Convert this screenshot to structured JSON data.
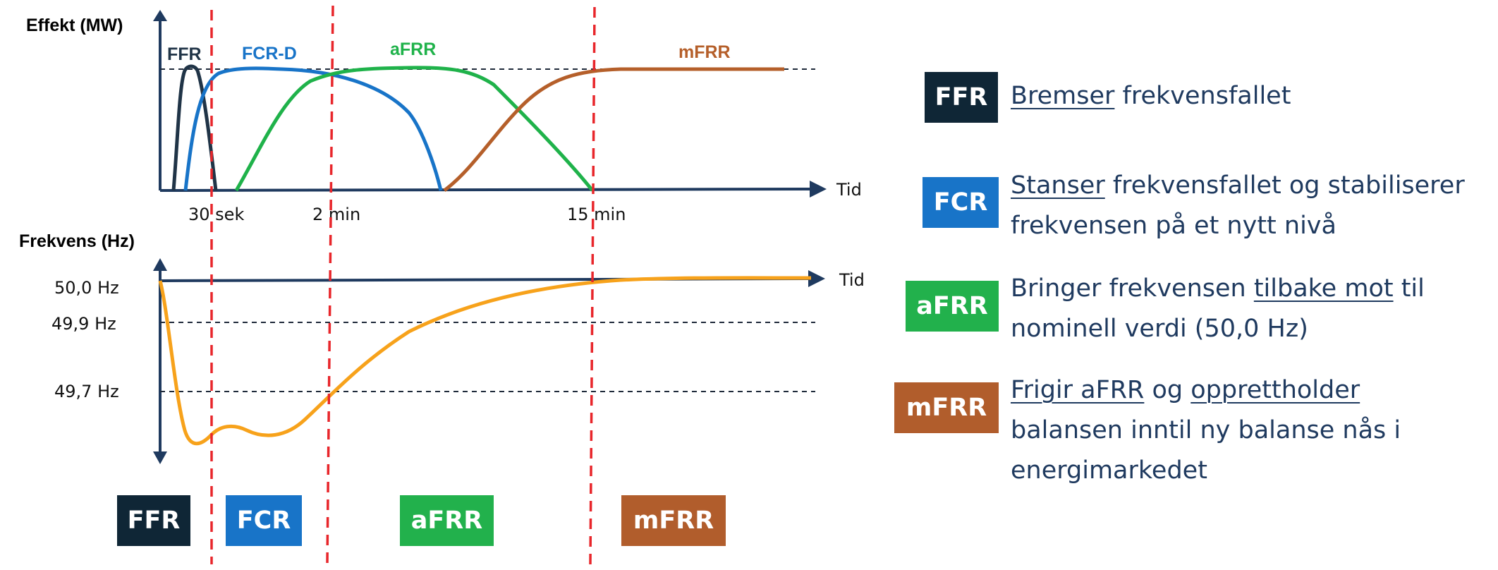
{
  "top_chart": {
    "y_axis_label": "Effekt (MW)",
    "x_axis_label": "Tid",
    "ticks": [
      "30 sek",
      "2 min",
      "15 min"
    ],
    "curves": [
      {
        "label": "FFR",
        "color": "#203447"
      },
      {
        "label": "FCR-D",
        "color": "#1874c8"
      },
      {
        "label": "aFRR",
        "color": "#1fb24a"
      },
      {
        "label": "mFRR",
        "color": "#b55f2a"
      }
    ]
  },
  "bottom_chart": {
    "y_axis_label": "Frekvens (Hz)",
    "x_axis_label": "Tid",
    "levels": [
      "50,0 Hz",
      "49,9 Hz",
      "49,7 Hz"
    ],
    "curve_color": "#f7a21b"
  },
  "phase_badges": [
    {
      "label": "FFR",
      "color": "#0f2636"
    },
    {
      "label": "FCR",
      "color": "#1874c8"
    },
    {
      "label": "aFRR",
      "color": "#22b14c"
    },
    {
      "label": "mFRR",
      "color": "#b15d2c"
    }
  ],
  "legend": [
    {
      "badge": "FFR",
      "color": "#0f2636",
      "line1": {
        "underlined": "Bremser",
        "rest": " frekvensfallet"
      }
    },
    {
      "badge": "FCR",
      "color": "#1874c8",
      "line1": {
        "underlined": "Stanser",
        "rest": " frekvensfallet og stabiliserer"
      },
      "line2": "frekvensen på et nytt nivå"
    },
    {
      "badge": "aFRR",
      "color": "#22b14c",
      "line1": {
        "pre": "Bringer frekvensen ",
        "underlined": "tilbake mot",
        "rest": " til"
      },
      "line2": "nominell verdi (50,0 Hz)"
    },
    {
      "badge": "mFRR",
      "color": "#b15d2c",
      "line1": {
        "underlined": "Frigir aFRR",
        "mid": " og ",
        "underlined2": "opprettholder"
      },
      "line2": "balansen inntil ny balanse nås i",
      "line3": "energimarkedet"
    }
  ],
  "guide_color": "#e8262b"
}
